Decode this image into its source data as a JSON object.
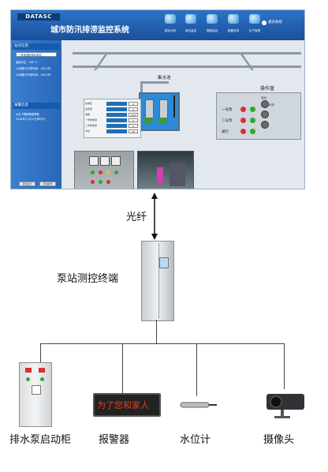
{
  "scada": {
    "brand": "DATASC",
    "title": "城市防汛排涝监控系统",
    "nav_items": [
      {
        "label": "泵站分布",
        "icon": "car-icon"
      },
      {
        "label": "泵站监控",
        "icon": "monitor-icon"
      },
      {
        "label": "视频监控",
        "icon": "camera-icon"
      },
      {
        "label": "数据查询",
        "icon": "search-icon"
      },
      {
        "label": "生产报表",
        "icon": "report-icon"
      }
    ],
    "company": "通讯系统",
    "sidebar": {
      "section1_title": "站点信息",
      "station_name": "一号地道桥排水泵站",
      "info_lines": [
        "最高水位：300 ℃",
        "1#泵累计开泵时间：100小时",
        "2#泵累计开泵时间：100小时"
      ],
      "section2_title": "报警信息",
      "alarm_lines": [
        "水位下降报警超警报",
        "2016年11月12日8时9分"
      ],
      "buttons": [
        "液位显示",
        "日常操作"
      ]
    },
    "tank_label": "集水池",
    "param_rows": [
      {
        "label": "总电压",
        "value": "0"
      },
      {
        "label": "总电流",
        "value": "0"
      },
      {
        "label": "电能",
        "value": "18.6"
      },
      {
        "label": "一号泵电流",
        "value": "0"
      },
      {
        "label": "二号泵电流",
        "value": "0"
      },
      {
        "label": "水位",
        "value": "58"
      }
    ],
    "operation_panel": {
      "title": "操作盘",
      "rows": [
        "一号泵",
        "二号泵",
        "通行"
      ],
      "knob_labels": [
        "自动",
        "手动"
      ]
    }
  },
  "diagram": {
    "link_label": "光纤",
    "terminal_label": "泵站测控终端",
    "devices": [
      {
        "label": "排水泵启动柜"
      },
      {
        "label": "报警器",
        "display_text": "为了您和家人"
      },
      {
        "label": "水位计"
      },
      {
        "label": "摄像头"
      }
    ]
  },
  "colors": {
    "header_blue": "#1a4f9a",
    "tank_blue": "#2c8ad8",
    "lamp_red": "#d93030",
    "lamp_green": "#2fa836"
  }
}
